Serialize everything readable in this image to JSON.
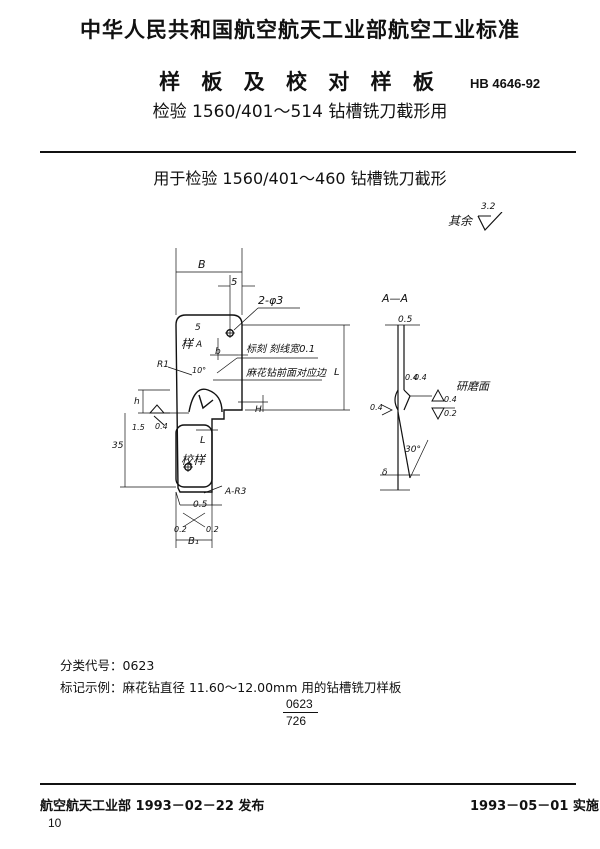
{
  "header": {
    "organization": "中华人民共和国航空航天工业部航空工业标准",
    "title": "样 板 及 校 对 样 板",
    "subtitle": "检验 1560/401～514 钻槽铣刀截形用",
    "standard_no": "HB 4646-92"
  },
  "scope": "用于检验 1560/401～460 钻槽铣刀截形",
  "roughness": {
    "label": "其余",
    "value": "3.2"
  },
  "drawing": {
    "labels": {
      "dim_b": "B",
      "dim_5_top": "5",
      "holes": "2-φ3",
      "section_aa": "A—A",
      "dim_05_right": "0.5",
      "mark_yang": "样",
      "dim_5_side": "5",
      "a_upper": "A",
      "dim_b_small": "b",
      "note_mark": "标刻 刻线宽0.1",
      "r1": "R1",
      "angle_10": "10°",
      "note_drill": "麻花钻前面对应边",
      "dim_l": "L",
      "dim_h_left": "h",
      "dim_h_right": "H",
      "rough_04_left": "0.4",
      "dim_15": "1.5",
      "dim_35": "35",
      "dim_l_lower": "L",
      "mark_jiaoyang": "校样",
      "dim_05_bottom": "0.5",
      "a_r3": "A-R3",
      "dim_b1": "B₁",
      "dim_02_a": "0.2",
      "dim_02_b": "0.2",
      "dim_04_a": "0.4",
      "dim_04_b": "0.4",
      "dim_04_c": "0.4",
      "rough_04_right": "0.4",
      "rough_02_right": "0.2",
      "lapped_face": "研磨面",
      "angle_30": "30°",
      "dim_delta": "δ"
    }
  },
  "notes": {
    "class_code": "分类代号：0623",
    "mark_example": "标记示例：麻花钻直径 11.60～12.00mm 用的钻槽铣刀样板",
    "fraction_num": "0623",
    "fraction_den": "726"
  },
  "footer": {
    "issued": "航空航天工业部 1993－02－22 发布",
    "effective": "1993－05－01 实施",
    "page": "10"
  }
}
